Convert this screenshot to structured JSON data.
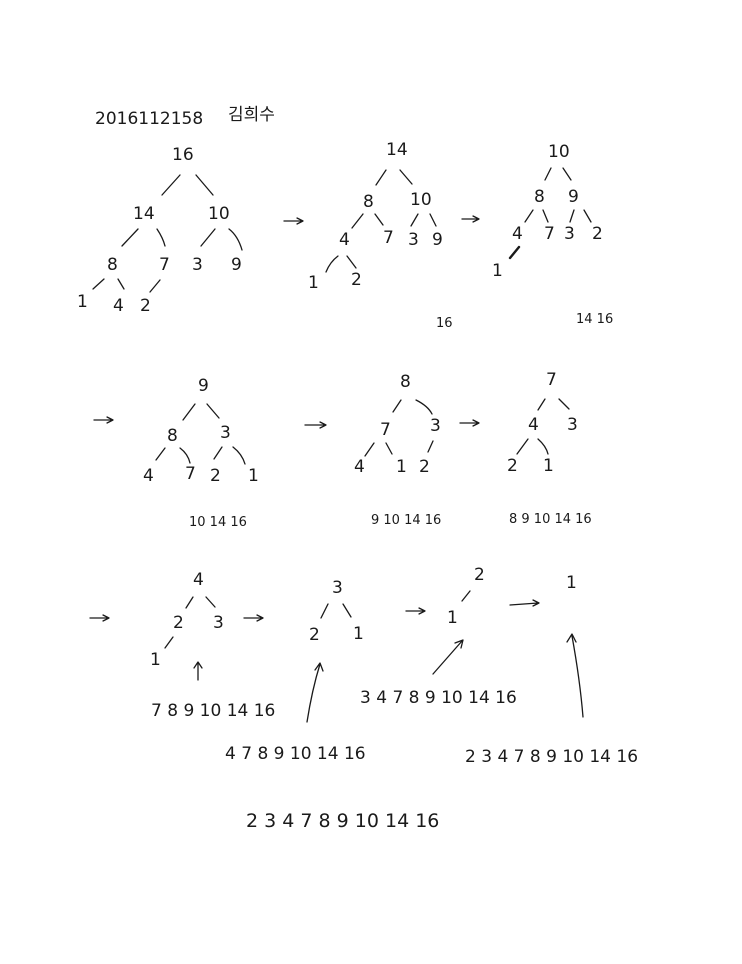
{
  "header": {
    "student_id": "2016112158",
    "name": "김희수"
  },
  "steps": [
    {
      "id": "step1",
      "nodes": [
        "16",
        "14",
        "10",
        "8",
        "7",
        "3",
        "9",
        "1",
        "4",
        "2"
      ],
      "sorted": ""
    },
    {
      "id": "step2",
      "nodes": [
        "14",
        "8",
        "10",
        "4",
        "7",
        "3",
        "9",
        "1",
        "2"
      ],
      "sorted": "16"
    },
    {
      "id": "step3",
      "nodes": [
        "10",
        "8",
        "9",
        "4",
        "7",
        "3",
        "2",
        "1"
      ],
      "sorted": "14 16"
    },
    {
      "id": "step4",
      "nodes": [
        "9",
        "8",
        "3",
        "4",
        "7",
        "2",
        "1"
      ],
      "sorted": "10 14 16"
    },
    {
      "id": "step5",
      "nodes": [
        "8",
        "7",
        "3",
        "4",
        "1",
        "2"
      ],
      "sorted": "9 10 14 16"
    },
    {
      "id": "step6",
      "nodes": [
        "7",
        "4",
        "3",
        "2",
        "1"
      ],
      "sorted": "8 9 10 14 16"
    },
    {
      "id": "step7",
      "nodes": [
        "4",
        "2",
        "3",
        "1"
      ],
      "sorted": "7 8 9 10 14 16"
    },
    {
      "id": "step8",
      "nodes": [
        "3",
        "2",
        "1"
      ],
      "sorted": "4 7 8 9 10 14 16"
    },
    {
      "id": "step9",
      "nodes": [
        "2",
        "1"
      ],
      "sorted": "3 4 7 8 9 10 14 16"
    },
    {
      "id": "step10",
      "nodes": [
        "1"
      ],
      "sorted": "2 3 4 7 8 9 10 14 16"
    }
  ],
  "final_sorted": "2 3 4 7 8 9 10 14 16"
}
